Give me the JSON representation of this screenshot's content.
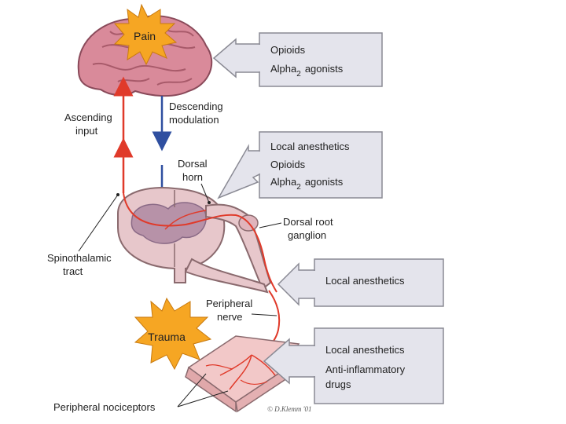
{
  "stars": {
    "pain": "Pain",
    "trauma": "Trauma"
  },
  "labels": {
    "ascending_line1": "Ascending",
    "ascending_line2": "input",
    "descending_line1": "Descending",
    "descending_line2": "modulation",
    "dorsal_horn_line1": "Dorsal",
    "dorsal_horn_line2": "horn",
    "drg_line1": "Dorsal root",
    "drg_line2": "ganglion",
    "spino_line1": "Spinothalamic",
    "spino_line2": "tract",
    "nerve_line1": "Peripheral",
    "nerve_line2": "nerve",
    "nociceptors": "Peripheral nociceptors",
    "copyright": "© D.Klemm '01"
  },
  "boxes": {
    "brain": {
      "line1": "Opioids",
      "line2_main": "Alpha",
      "line2_sub": "2",
      "line2_tail": "agonists"
    },
    "spinal": {
      "line1": "Local anesthetics",
      "line2": "Opioids",
      "line3_main": "Alpha",
      "line3_sub": "2",
      "line3_tail": "agonists"
    },
    "nerve": {
      "line1": "Local anesthetics"
    },
    "periphery": {
      "line1": "Local anesthetics",
      "line2": "Anti-inflammatory",
      "line3": "drugs"
    }
  },
  "colors": {
    "box_fill": "#e4e4ec",
    "box_stroke": "#8a8a94",
    "star_fill": "#f6a623",
    "ascending_arrow": "#e03a2a",
    "descending_arrow": "#2f4fa0",
    "brain": "#d98a9a",
    "cord": "#e7c7cb",
    "gray_matter": "#b792a8"
  }
}
